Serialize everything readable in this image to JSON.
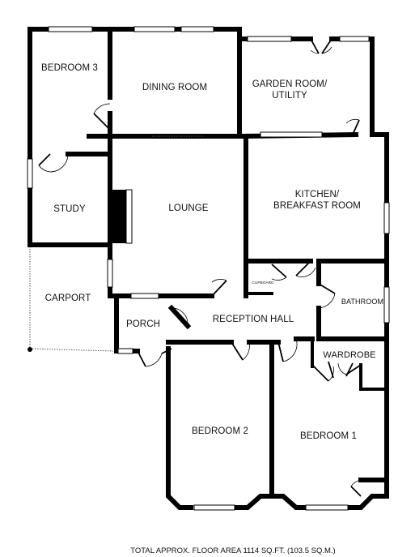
{
  "rooms": {
    "bedroom3": "BEDROOM 3",
    "dining_room": "DINING ROOM",
    "garden_room_line1": "GARDEN ROOM/",
    "garden_room_line2": "UTILITY",
    "study": "STUDY",
    "lounge": "LOUNGE",
    "kitchen_line1": "KITCHEN/",
    "kitchen_line2": "BREAKFAST ROOM",
    "carport": "CARPORT",
    "cupboard": "CUPBOARD",
    "bathroom": "BATHROOM",
    "porch": "PORCH",
    "reception_hall": "RECEPTION HALL",
    "wardrobe": "WARDROBE",
    "bedroom2": "BEDROOM 2",
    "bedroom1": "BEDROOM 1"
  },
  "footer": {
    "floor_area": "TOTAL APPROX. FLOOR AREA 1114 SQ.FT. (103.5 SQ.M.)"
  },
  "colors": {
    "wall": "#000000",
    "background": "#ffffff"
  }
}
